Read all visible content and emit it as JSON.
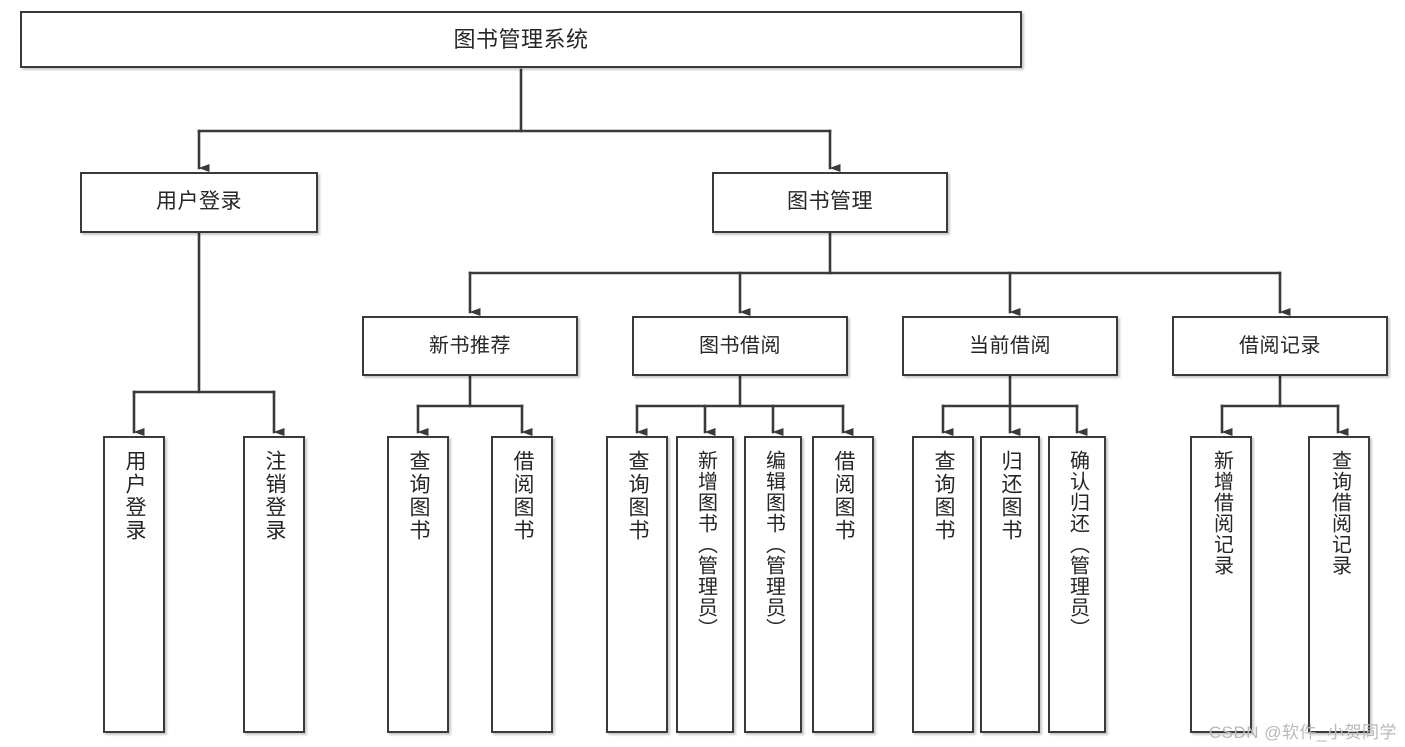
{
  "diagram": {
    "title": "图书管理系统",
    "watermark": "CSDN @软件_小贺同学",
    "colors": {
      "box_border": "#3a3a3a",
      "box_fill": "#ffffff",
      "connector": "#3a3a3a",
      "text": "#262626",
      "watermark": "#b9b9b9"
    },
    "root": {
      "label": "图书管理系统"
    },
    "level1": [
      {
        "label": "用户登录"
      },
      {
        "label": "图书管理"
      }
    ],
    "level2": [
      {
        "label": "新书推荐"
      },
      {
        "label": "图书借阅"
      },
      {
        "label": "当前借阅"
      },
      {
        "label": "借阅记录"
      }
    ],
    "leaves": {
      "user_login": [
        {
          "label": "用户登录"
        },
        {
          "label": "注销登录"
        }
      ],
      "new_book_recommend": [
        {
          "label": "查询图书"
        },
        {
          "label": "借阅图书"
        }
      ],
      "book_borrow": [
        {
          "label": "查询图书"
        },
        {
          "label": "新增图书（管理员）"
        },
        {
          "label": "编辑图书（管理员）"
        },
        {
          "label": "借阅图书"
        }
      ],
      "current_borrow": [
        {
          "label": "查询图书"
        },
        {
          "label": "归还图书"
        },
        {
          "label": "确认归还（管理员）"
        }
      ],
      "borrow_record": [
        {
          "label": "新增借阅记录"
        },
        {
          "label": "查询借阅记录"
        }
      ]
    }
  }
}
